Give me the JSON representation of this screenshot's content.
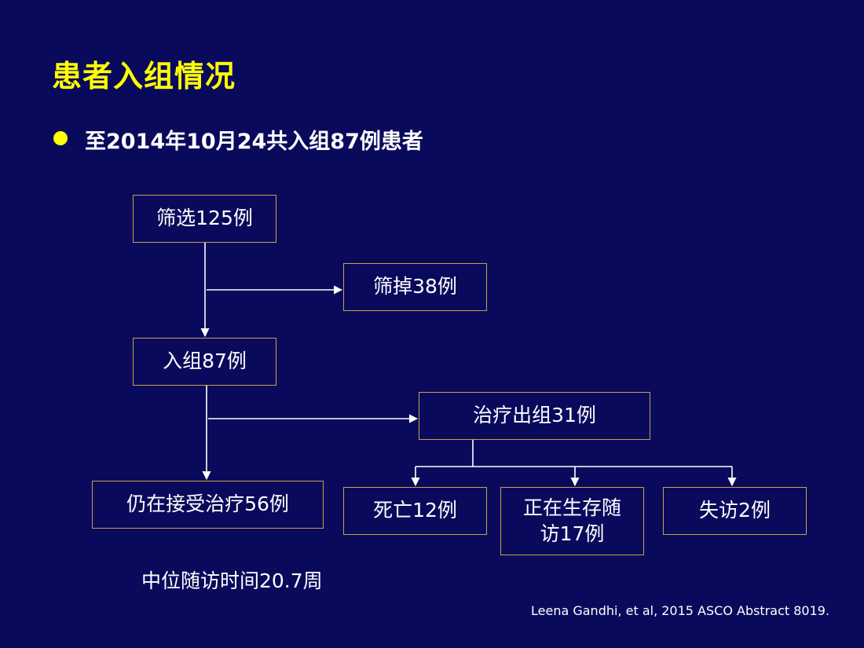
{
  "slide": {
    "title": "患者入组情况",
    "bullet": "至2014年10月24共入组87例患者",
    "median_followup": "中位随访时间20.7周",
    "citation": "Leena Gandhi, et al, 2015 ASCO Abstract  8019."
  },
  "flow": {
    "screened": "筛选125例",
    "screen_fail": "筛掉38例",
    "enrolled": "入组87例",
    "withdrawn": "治疗出组31例",
    "on_treatment": "仍在接受治疗56例",
    "death": "死亡12例",
    "survival_followup": "正在生存随访17例",
    "lost": "失访2例"
  },
  "colors": {
    "background": "#0a0a5c",
    "title": "#ffff00",
    "box_border": "#c8a14a",
    "text": "#ffffff"
  }
}
